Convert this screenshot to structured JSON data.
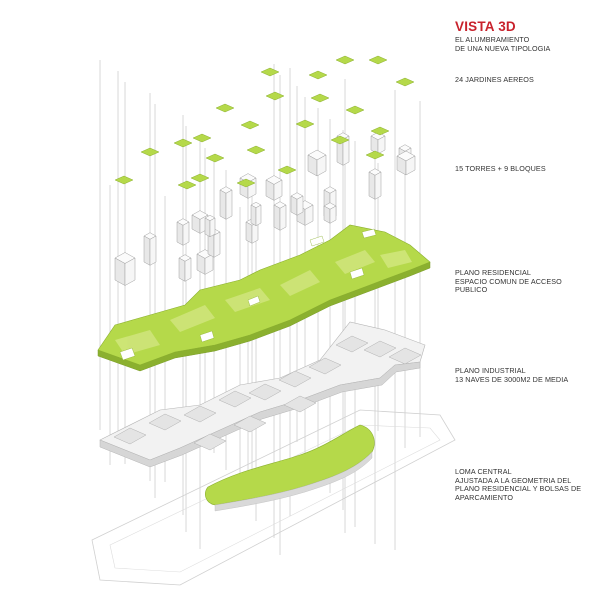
{
  "title": "VISTA 3D",
  "subtitle_lines": [
    "EL ALUMBRAMIENTO",
    "DE UNA NUEVA TIPOLOGIA"
  ],
  "layers": [
    {
      "lines": [
        "24 JARDINES AEREOS"
      ]
    },
    {
      "lines": [
        "15 TORRES + 9 BLOQUES"
      ]
    },
    {
      "lines": [
        "PLANO RESIDENCIAL",
        "ESPACIO COMUN DE ACCESO",
        "PUBLICO"
      ]
    },
    {
      "lines": [
        "PLANO INDUSTRIAL",
        "13 NAVES DE 3000m2 DE MEDIA"
      ]
    },
    {
      "lines": [
        "LOMA CENTRAL",
        "AJUSTADA A LA GEOMETRIA DEL",
        "PLANO RESIDENCIAL Y BOLSAS DE",
        "APARCAMIENTO"
      ]
    }
  ],
  "colors": {
    "title": "#c8222c",
    "green": "#b5d94a",
    "green_light": "#cfe57a",
    "green_dark": "#8bb02f",
    "grey_light": "#f0f0f0",
    "grey_mid": "#d9d9d9",
    "line": "#9a9a9a"
  }
}
